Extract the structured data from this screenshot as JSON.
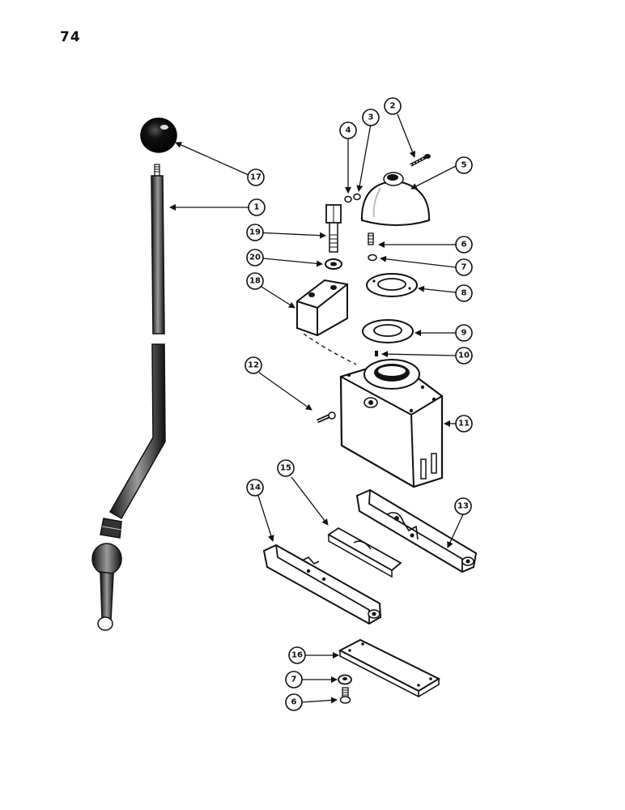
{
  "page": {
    "number": "74"
  },
  "callouts": {
    "c1": "1",
    "c2": "2",
    "c3": "3",
    "c4": "4",
    "c5": "5",
    "c6a": "6",
    "c6b": "6",
    "c7a": "7",
    "c7b": "7",
    "c8": "8",
    "c9": "9",
    "c10": "10",
    "c11": "11",
    "c12": "12",
    "c13": "13",
    "c14": "14",
    "c15": "15",
    "c16": "16",
    "c17": "17",
    "c18": "18",
    "c19": "19",
    "c20": "20"
  }
}
